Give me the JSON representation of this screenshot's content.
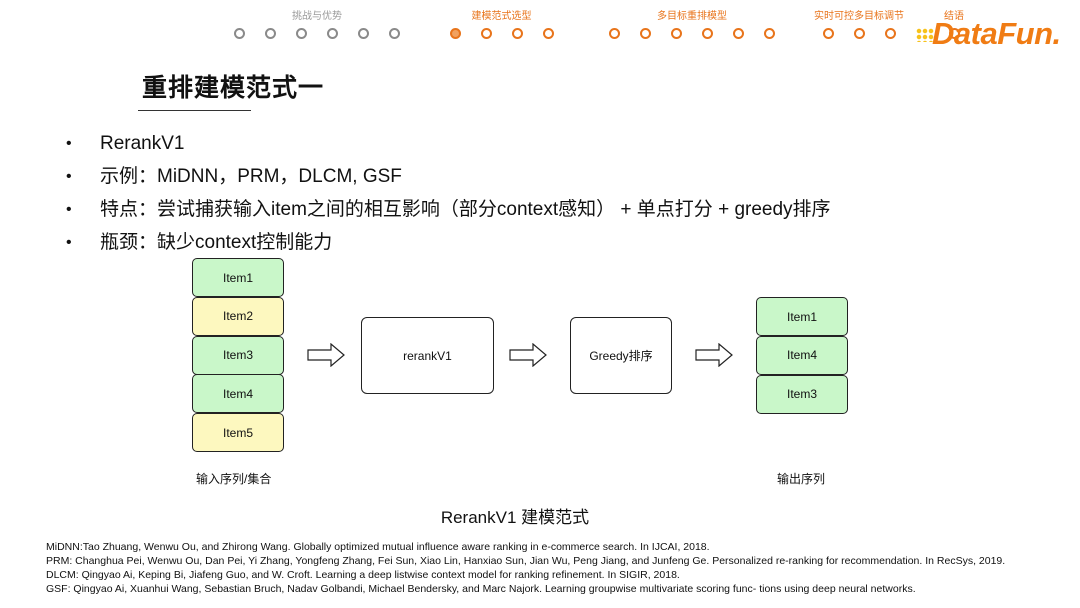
{
  "nav": [
    {
      "label": "挑战与优势",
      "dots": 6,
      "active": -1,
      "style": "gray"
    },
    {
      "label": "建模范式选型",
      "dots": 4,
      "active": 0,
      "style": "orange"
    },
    {
      "label": "多目标重排模型",
      "dots": 6,
      "active": -1,
      "style": "orange"
    },
    {
      "label": "实时可控多目标调节",
      "dots": 3,
      "active": -1,
      "style": "orange"
    },
    {
      "label": "结语",
      "dots": 1,
      "active": -1,
      "style": "orange"
    }
  ],
  "logo": {
    "text": "DataFun."
  },
  "title": "重排建模范式一",
  "bullets": [
    "RerankV1",
    "示例：MiDNN，PRM，DLCM, GSF",
    "特点：尝试捕获输入item之间的相互影响（部分context感知） + 单点打分 + greedy排序",
    "瓶颈：缺少context控制能力"
  ],
  "diagram": {
    "input_items": [
      "Item1",
      "Item2",
      "Item3",
      "Item4",
      "Item5"
    ],
    "input_colors": [
      "green",
      "yellow",
      "green",
      "green",
      "yellow"
    ],
    "model_label": "rerankV1",
    "sort_label": "Greedy排序",
    "output_items": [
      "Item1",
      "Item4",
      "Item3"
    ],
    "input_caption": "输入序列/集合",
    "output_caption": "输出序列",
    "caption": "RerankV1  建模范式"
  },
  "references": [
    "MiDNN:Tao Zhuang, Wenwu Ou, and Zhirong Wang. Globally optimized mutual influence aware ranking in e-commerce search. In IJCAI, 2018.",
    "PRM: Changhua Pei, Wenwu Ou, Dan Pei, Yi Zhang, Yongfeng Zhang, Fei Sun, Xiao Lin, Hanxiao Sun, Jian Wu, Peng Jiang, and Junfeng Ge. Personalized re-ranking for recommendation. In RecSys, 2019.",
    "DLCM: Qingyao Ai, Keping Bi, Jiafeng Guo, and W. Croft. Learning a deep listwise context model for ranking refinement. In SIGIR, 2018.",
    "GSF: Qingyao Ai, Xuanhui Wang, Sebastian Bruch, Nadav Golbandi, Michael Bendersky, and Marc Najork. Learning groupwise multivariate scoring func- tions using deep neural networks."
  ]
}
